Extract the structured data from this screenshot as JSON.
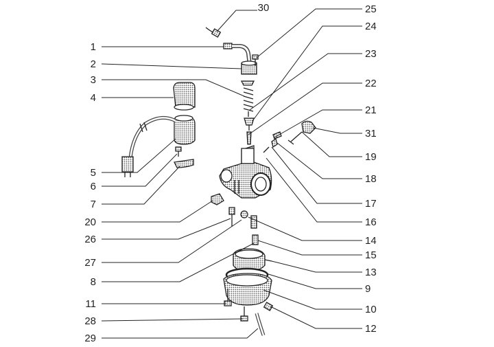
{
  "callouts": {
    "n1": "1",
    "n2": "2",
    "n3": "3",
    "n4": "4",
    "n5": "5",
    "n6": "6",
    "n7": "7",
    "n8": "8",
    "n9": "9",
    "n10": "10",
    "n11": "11",
    "n12": "12",
    "n13": "13",
    "n14": "14",
    "n15": "15",
    "n16": "16",
    "n17": "17",
    "n18": "18",
    "n19": "19",
    "n20": "20",
    "n21": "21",
    "n22": "22",
    "n23": "23",
    "n24": "24",
    "n25": "25",
    "n26": "26",
    "n27": "27",
    "n28": "28",
    "n29": "29",
    "n30": "30",
    "n31": "31"
  },
  "colors": {
    "ink": "#222222",
    "shade": "#888888",
    "paper": "#ffffff"
  }
}
